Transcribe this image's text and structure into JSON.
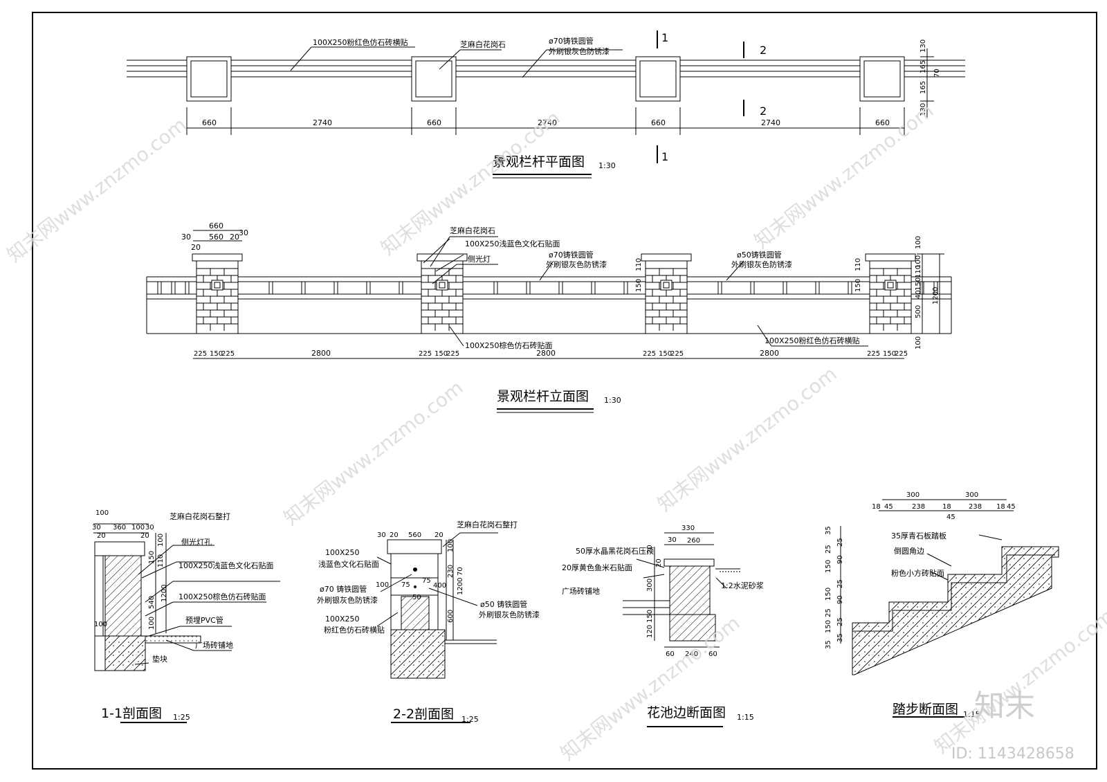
{
  "plan": {
    "title": "景观栏杆平面图",
    "scale": "1:30",
    "labels": {
      "tile": "100X250粉红色仿石砖横贴",
      "granite": "芝麻白花岗石",
      "pipe1": "ø70铸铁圆管",
      "pipe2": "外刷银灰色防锈漆"
    },
    "dims": [
      "660",
      "2740",
      "660",
      "2740",
      "660",
      "2740",
      "660"
    ],
    "right_dims": [
      "130",
      "165",
      "70",
      "165",
      "130"
    ],
    "section_marks": [
      "1",
      "1",
      "2",
      "2"
    ]
  },
  "elevation": {
    "title": "景观栏杆立面图",
    "scale": "1:30",
    "top_dims": {
      "w": "660",
      "inner": "560",
      "side_l": "30",
      "side_r": "30",
      "cap": "20",
      "cap2": "20"
    },
    "labels": {
      "granite": "芝麻白花岗石",
      "blue_tile": "100X250浅蓝色文化石贴面",
      "light": "侧光灯",
      "pipe70a": "ø70铸铁圆管",
      "pipe70b": "外刷银灰色防锈漆",
      "pipe50a": "ø50铸铁圆管",
      "pipe50b": "外刷银灰色防锈漆",
      "brown_tile": "100X250棕色仿石砖贴面",
      "pink_tile": "100X250粉红色仿石砖横贴"
    },
    "bottom_dims": [
      "225",
      "150",
      "225",
      "2800",
      "225",
      "150",
      "225",
      "2800",
      "225",
      "150",
      "225",
      "2800",
      "225",
      "150",
      "225"
    ],
    "v_dims": [
      "110",
      "150",
      "110",
      "150"
    ],
    "right_dims": [
      "100",
      "100",
      "110",
      "150",
      "40",
      "500",
      "100",
      "1200"
    ]
  },
  "section11": {
    "title": "1-1剖面图",
    "scale": "1:25",
    "labels": {
      "granite": "芝麻白花岗石整打",
      "hole": "侧光灯孔",
      "blue": "100X250浅蓝色文化石贴面",
      "brown": "100X250棕色仿石砖贴面",
      "pvc": "预埋PVC管",
      "floor": "广场砖铺地",
      "base": "垫块"
    },
    "dims": {
      "d100": "100",
      "d30": "30",
      "d360": "360",
      "d100b": "100",
      "d30b": "30",
      "d20": "20",
      "d20b": "20",
      "v100": "100",
      "v110": "110",
      "v150": "150",
      "v540": "540",
      "v1200": "1200",
      "v100b": "100",
      "v100c": "100"
    }
  },
  "section22": {
    "title": "2-2剖面图",
    "scale": "1:25",
    "labels": {
      "granite": "芝麻白花岗石整打",
      "blue1": "100X250",
      "blue2": "浅蓝色文化石贴面",
      "pipe70a": "ø70 铸铁圆管",
      "pipe70b": "外刷银灰色防锈漆",
      "pink1": "100X250",
      "pink2": "粉红色仿石砖横贴",
      "pipe50a": "ø50 铸铁圆管",
      "pipe50b": "外刷银灰色防锈漆"
    },
    "dims": {
      "d30": "30",
      "d20": "20",
      "d560": "560",
      "d20b": "20",
      "v100": "100",
      "v230": "230",
      "v70": "70",
      "v1200": "1200",
      "v600": "600",
      "d100": "100",
      "d75": "75",
      "d75b": "75",
      "d400": "400",
      "d50": "50"
    }
  },
  "flowerbed": {
    "title": "花池边断面图",
    "scale": "1:15",
    "labels": {
      "top": "50厚水晶黑花岗石压顶",
      "side": "20厚黄色鱼米石贴面",
      "floor": "广场砖铺地",
      "mortar": "1:2水泥砂浆"
    },
    "dims": {
      "w330": "330",
      "w30": "30",
      "w260": "260",
      "v20": "20",
      "v20b": "20",
      "v300": "300",
      "v150": "150",
      "v120": "120",
      "b60": "60",
      "b240": "240",
      "b60b": "60"
    }
  },
  "stairs": {
    "title": "踏步断面图",
    "scale": "1:15",
    "labels": {
      "tread": "35厚青石板踏板",
      "edge": "倒圆角边",
      "tile": "粉色小方砖贴面"
    },
    "top_dims": [
      "300",
      "300"
    ],
    "sub_dims": [
      "18",
      "45",
      "238",
      "18",
      "238",
      "18",
      "45",
      "45"
    ],
    "left_dims": [
      "35",
      "25",
      "150",
      "150",
      "25",
      "150",
      "35",
      "25",
      "90",
      "25",
      "90",
      "25",
      "35"
    ]
  },
  "watermark": {
    "text": "知末网www.znzmo.com",
    "logo": "知末",
    "id": "ID: 1143428658"
  }
}
